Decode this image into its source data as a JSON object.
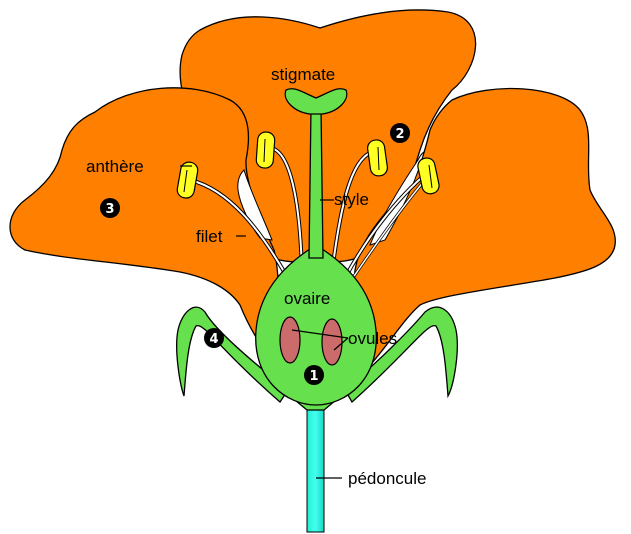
{
  "labels": {
    "stigmate": "stigmate",
    "anthere": "anthère",
    "filet": "filet",
    "style": "style",
    "ovaire": "ovaire",
    "ovules": "ovules",
    "pedoncule": "pédoncule"
  },
  "markers": {
    "n1": "1",
    "n2": "2",
    "n3": "3",
    "n4": "4"
  },
  "colors": {
    "petal": "#ff7f00",
    "pistil": "#66e04d",
    "anther": "#ffff22",
    "ovule": "#cc6b6b",
    "peduncle": "#22f0d0"
  }
}
